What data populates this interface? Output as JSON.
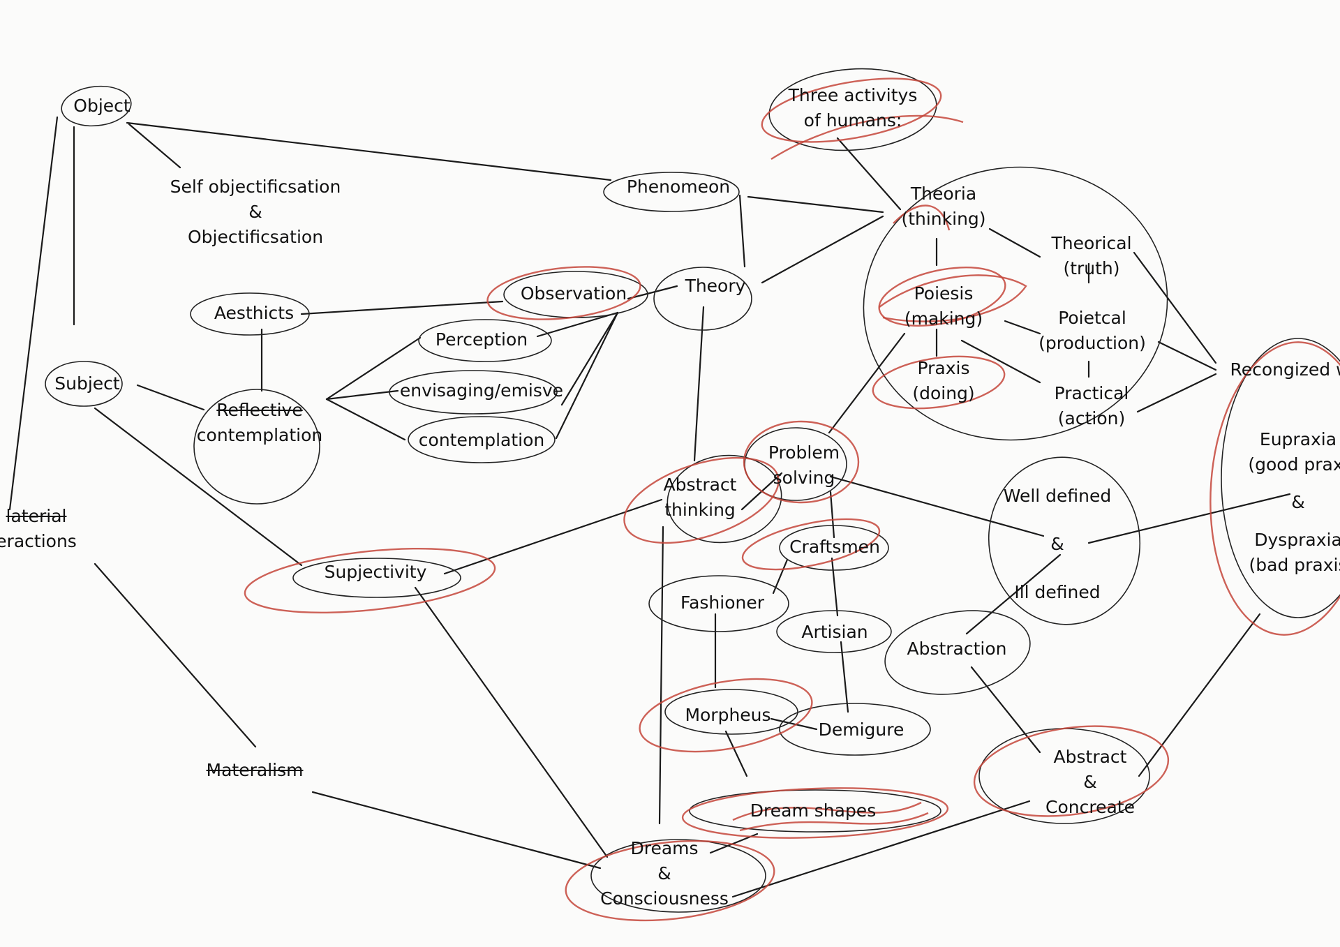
{
  "nodes": {
    "object": "Object",
    "self_objectification": [
      "Self objectificsation",
      "&",
      "Objectificsation"
    ],
    "phenomeon": "Phenomeon",
    "three_activities": [
      "Three activitys",
      "of humans:"
    ],
    "theoria": [
      "Theoria",
      "(thinking)"
    ],
    "theorical": [
      "Theorical",
      "(truth)"
    ],
    "poiesis": [
      "Poiesis",
      "(making)"
    ],
    "poietcal": [
      "Poietcal",
      "(production)"
    ],
    "praxis": [
      "Praxis",
      "(doing)"
    ],
    "practical": [
      "Practical",
      "(action)"
    ],
    "recongized": "Recongized wi",
    "eupraxia": [
      "Eupraxia",
      "(good praxi",
      "&",
      "Dyspraxia",
      "(bad praxis"
    ],
    "aesthicts": "Aesthicts",
    "observation": "Observation",
    "theory": "Theory",
    "perception": "Perception",
    "envisaging": "envisaging/emisve",
    "contemplation": "contemplation",
    "subject": "Subject",
    "reflective": [
      "Reflective",
      "contemplation"
    ],
    "material": [
      "laterial",
      "eractions"
    ],
    "problem_solving": [
      "Problem",
      "solving"
    ],
    "abstract_thinking": [
      "Abstract",
      "thinking"
    ],
    "well_defined": [
      "Well defined",
      "&",
      "Ill defined"
    ],
    "subjectivity": "Supjectivity",
    "craftsmen": "Craftsmen",
    "fashioner": "Fashioner",
    "artisian": "Artisian",
    "abstraction": "Abstraction",
    "morpheus": "Morpheus",
    "demigure": "Demigure",
    "materialism": "Materalism",
    "abstract_concrete": [
      "Abstract",
      "&",
      "Concreate"
    ],
    "dream_shapes": "Dream shapes",
    "dreams": [
      "Dreams",
      "&",
      "Consciousness"
    ]
  },
  "colors": {
    "ink": "#1a1a1a",
    "red_pencil": "#c4453a",
    "paper": "#fbfbfa"
  }
}
